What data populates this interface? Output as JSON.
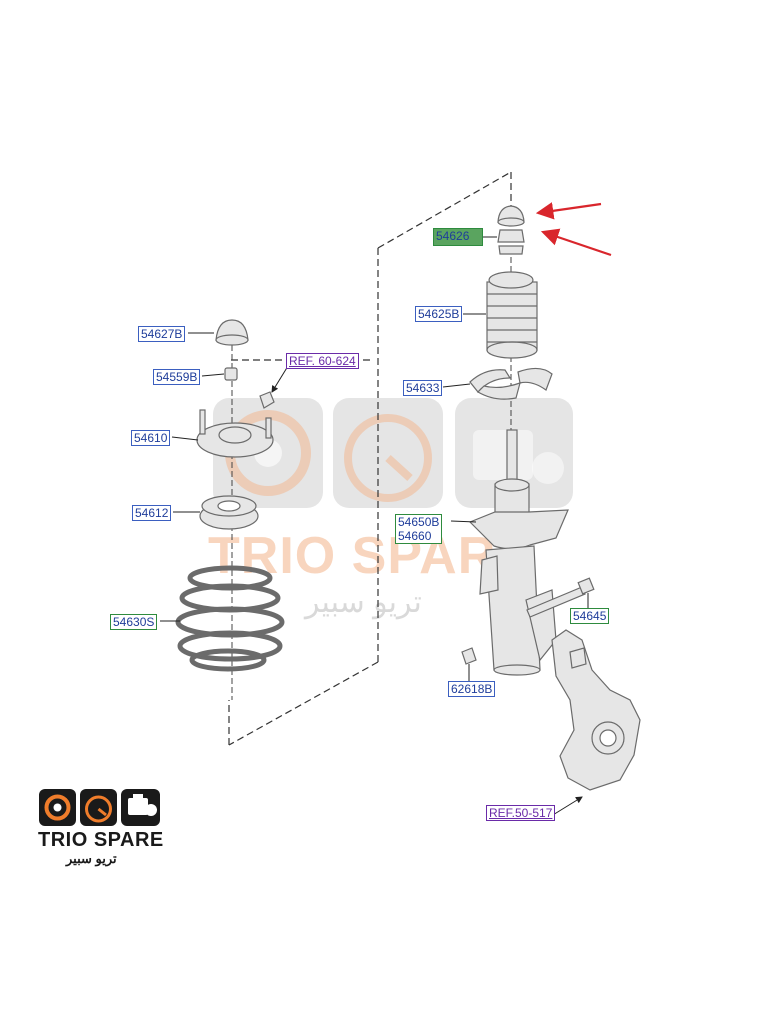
{
  "watermark": {
    "brand": "TRIO SPARE",
    "arabic": "تريو سبير",
    "colors": {
      "orange": "#f4a56b",
      "gray": "#c9c9c9"
    }
  },
  "logo": {
    "brand": "TRIO SPARE",
    "arabic": "تريو سبير",
    "icons": [
      "speaker-icon",
      "speedometer-icon",
      "engine-icon"
    ],
    "colors": {
      "dark": "#1a1a1a",
      "orange": "#f07d2b"
    }
  },
  "labels": {
    "p54627B": "54627B",
    "p54559B": "54559B",
    "p54610": "54610",
    "p54612": "54612",
    "p54630S": "54630S",
    "p54626": "54626",
    "p54625B": "54625B",
    "p54633": "54633",
    "p54650B": "54650B",
    "p54660": "54660",
    "p54645": "54645",
    "p62618B": "62618B"
  },
  "refs": {
    "r60_624": "REF. 60-624",
    "r50_517": "REF.50-517"
  },
  "colors": {
    "part_fill": "#e6e6e6",
    "part_stroke": "#6b6b6b",
    "label_blue": "#1f3d9a",
    "ref_purple": "#6a2ba8",
    "arrow_red": "#d9262c"
  }
}
